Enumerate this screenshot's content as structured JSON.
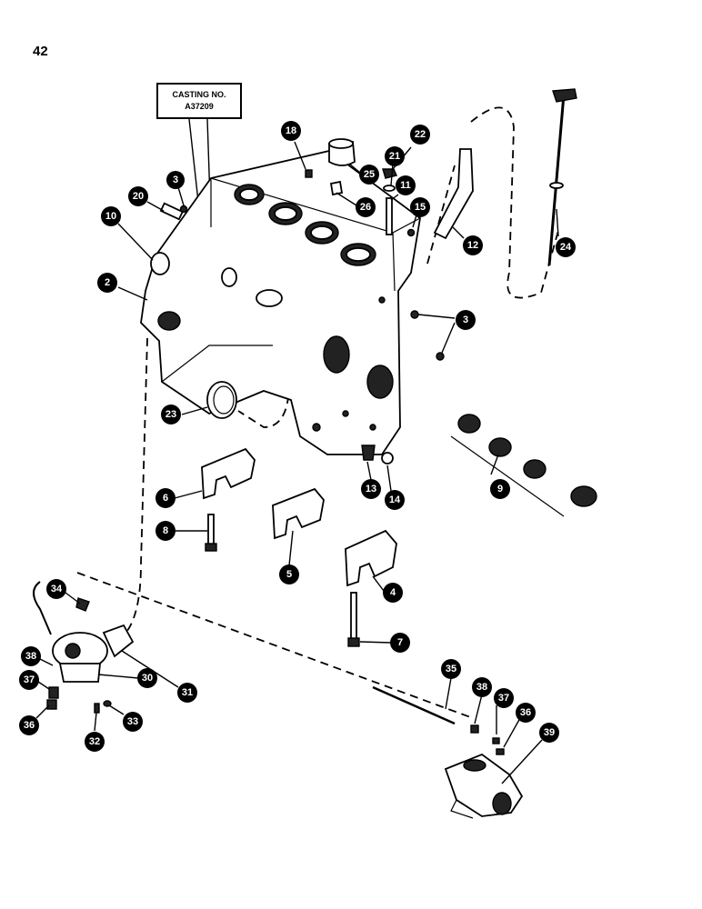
{
  "page": {
    "number": "42"
  },
  "casting_label": {
    "line1": "CASTING NO.",
    "line2": "A37209"
  },
  "callouts": {
    "c2": "2",
    "c3a": "3",
    "c3b": "3",
    "c4": "4",
    "c5": "5",
    "c6": "6",
    "c7": "7",
    "c8": "8",
    "c9": "9",
    "c10": "10",
    "c11": "11",
    "c12": "12",
    "c13": "13",
    "c14": "14",
    "c15": "15",
    "c18": "18",
    "c20": "20",
    "c21": "21",
    "c22": "22",
    "c23": "23",
    "c24": "24",
    "c25": "25",
    "c26": "26",
    "c30": "30",
    "c31": "31",
    "c32": "32",
    "c33": "33",
    "c34": "34",
    "c35": "35",
    "c36a": "36",
    "c36b": "36",
    "c37a": "37",
    "c37b": "37",
    "c38a": "38",
    "c38b": "38",
    "c39": "39"
  }
}
